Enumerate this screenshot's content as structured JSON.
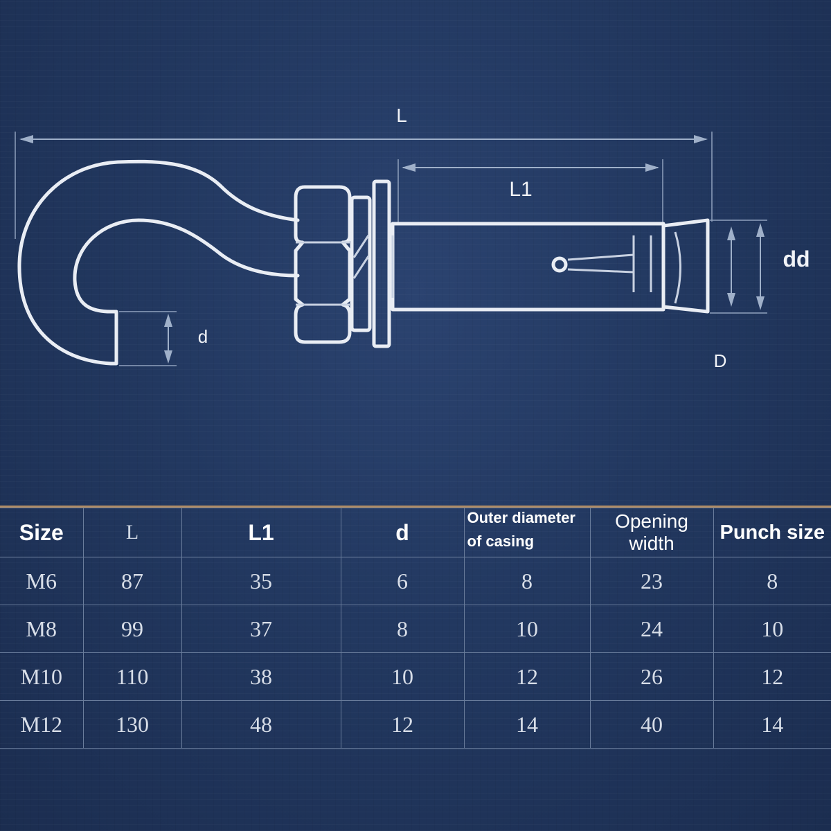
{
  "diagram": {
    "labels": {
      "total_length": "L",
      "casing_length": "L1",
      "hook_opening": "d",
      "outer_diameter": "dd",
      "punch_diameter": "D"
    }
  },
  "table": {
    "headers": [
      "Size",
      "L",
      "L1",
      "d",
      "Outer diameter of casing",
      "Opening width",
      "Punch size"
    ],
    "header_lines": {
      "outer_line1": "Outer diameter",
      "outer_line2": "of casing"
    },
    "rows": [
      [
        "M6",
        "87",
        "35",
        "6",
        "8",
        "23",
        "8"
      ],
      [
        "M8",
        "99",
        "37",
        "8",
        "10",
        "24",
        "10"
      ],
      [
        "M10",
        "110",
        "38",
        "10",
        "12",
        "26",
        "12"
      ],
      [
        "M12",
        "130",
        "48",
        "12",
        "14",
        "40",
        "14"
      ]
    ]
  },
  "colors": {
    "background": "#1f3358",
    "line": "#e9edf4",
    "table_top_border": "#b08d66"
  }
}
